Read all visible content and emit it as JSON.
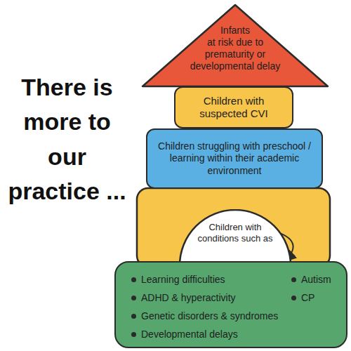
{
  "diagram": {
    "title": "There is more to our practice ...",
    "nodes": [
      {
        "text": [
          "Infants at risk due to prematurity or developmental delay"
        ]
      },
      {
        "text": [
          "Children with suspected CVI"
        ]
      },
      {
        "text": [
          "Children struggling with preschool / learning within their academic environment"
        ]
      },
      {
        "text": [
          "Children with conditions such as"
        ]
      },
      {
        "text": [
          "Learning difficulties",
          "ADHD & hyperactivity",
          "Genetic disorders & syndromes",
          "Developmental delays",
          "Autism",
          "CP"
        ]
      }
    ],
    "edges": [
      {
        "from": 3,
        "to": 4,
        "arrow": "to"
      }
    ]
  }
}
